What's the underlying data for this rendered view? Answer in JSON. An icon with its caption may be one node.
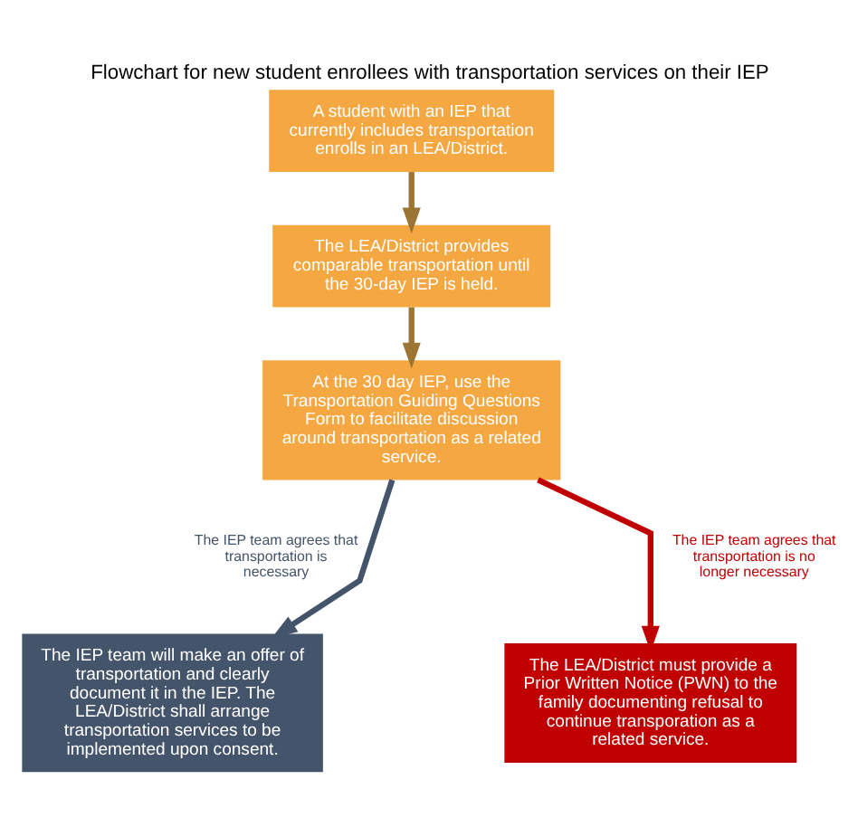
{
  "diagram": {
    "title": "Flowchart for new student enrollees with transportation services on their IEP",
    "nodes": [
      {
        "text": [
          "A student with an IEP that currently includes transportation enrolls in an LEA/District."
        ]
      },
      {
        "text": [
          "The LEA/District provides comparable transportation until the 30-day IEP is held."
        ]
      },
      {
        "text": [
          "At the 30 day IEP, use the Transportation Guiding Questions Form to facilitate discussion around transportation as a related service."
        ]
      },
      {
        "text": [
          "The IEP team will make an offer of transportation and clearly document it in the IEP. The LEA/District shall arrange transportation services to be implemented upon consent."
        ]
      },
      {
        "text": [
          "The LEA/District must provide a Prior Written Notice (PWN) to the family documenting refusal to continue transporation as a related service."
        ]
      }
    ],
    "edges": [
      {
        "from": 0,
        "to": 1,
        "arrow": "to",
        "color": "#9c7434"
      },
      {
        "from": 1,
        "to": 2,
        "arrow": "to",
        "color": "#9c7434"
      },
      {
        "from": 2,
        "to": 3,
        "arrow": "to",
        "color": "#44546a",
        "label": "The IEP team agrees that transportation is necessary"
      },
      {
        "from": 2,
        "to": 4,
        "arrow": "to",
        "color": "#c00000",
        "label": "The IEP team agrees that transportation is no longer necessary"
      }
    ]
  }
}
